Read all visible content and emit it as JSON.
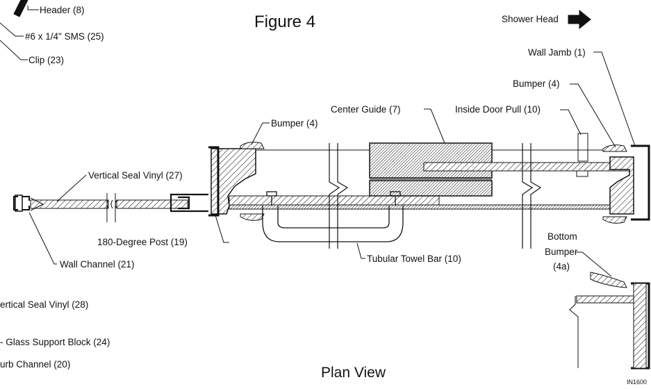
{
  "figure_title": "Figure 4",
  "view_title": "Plan View",
  "drawing_code": "IN1600",
  "direction_label": "Shower Head",
  "labels": {
    "header": "Header (8)",
    "sms": "#6 x 1/4\" SMS (25)",
    "clip": "Clip (23)",
    "wall_jamb": "Wall Jamb (1)",
    "bumper_right": "Bumper (4)",
    "center_guide": "Center Guide (7)",
    "inside_door_pull": "Inside Door Pull (10)",
    "bumper_left": "Bumper (4)",
    "vertical_seal_vinyl_27": "Vertical Seal Vinyl (27)",
    "post_180": "180-Degree Post (19)",
    "tubular_towel_bar": "Tubular Towel Bar (10)",
    "wall_channel": "Wall Channel (21)",
    "bottom_bumper_line1": "Bottom",
    "bottom_bumper_line2": "Bumper",
    "bottom_bumper_line3": "(4a)",
    "vertical_seal_vinyl_28": "ertical Seal Vinyl (28)",
    "glass_support_block": "- Glass Support Block (24)",
    "curb_channel": "urb Channel (20)"
  },
  "colors": {
    "ink": "#111111",
    "paper": "#ffffff"
  }
}
